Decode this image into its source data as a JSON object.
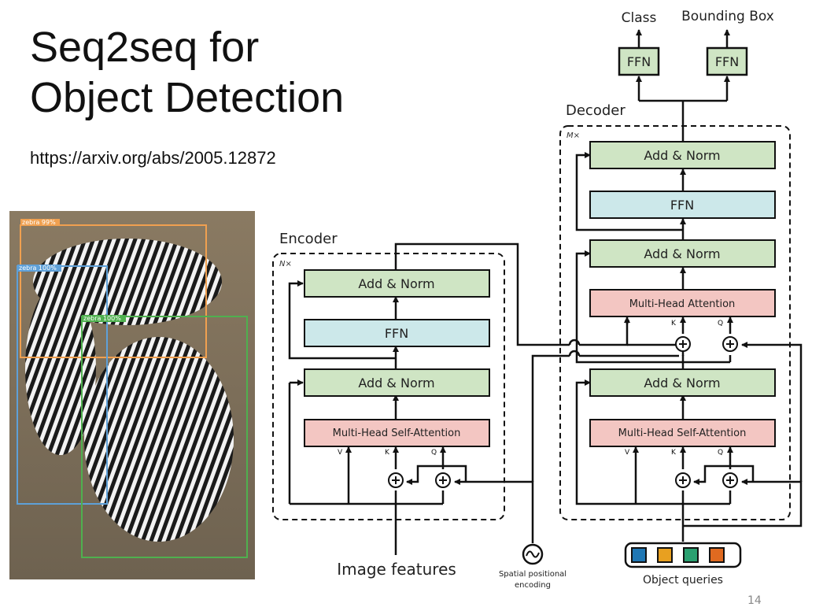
{
  "slide": {
    "title_line1": "Seq2seq for",
    "title_line2": "Object Detection",
    "url": "https://arxiv.org/abs/2005.12872",
    "page_number": "14"
  },
  "photo": {
    "boxes": [
      {
        "label": "zebra 99%",
        "color": "#f0a050"
      },
      {
        "label": "zebra 100%",
        "color": "#5ea0d8"
      },
      {
        "label": "zebra 100%",
        "color": "#4fb04f"
      }
    ]
  },
  "diagram": {
    "encoder": {
      "title": "Encoder",
      "repeat": "N×",
      "add_norm_top": "Add & Norm",
      "ffn": "FFN",
      "add_norm_bottom": "Add & Norm",
      "attention": "Multi-Head Self-Attention",
      "v": "V",
      "k": "K",
      "q": "Q",
      "input": "Image features"
    },
    "decoder": {
      "title": "Decoder",
      "repeat": "M×",
      "add_norm_1": "Add & Norm",
      "ffn": "FFN",
      "add_norm_2": "Add & Norm",
      "cross_attention": "Multi-Head Attention",
      "add_norm_3": "Add & Norm",
      "self_attention": "Multi-Head Self-Attention",
      "v": "V",
      "k": "K",
      "q": "Q"
    },
    "heads": {
      "class_label": "Class",
      "bbox_label": "Bounding Box",
      "ffn_left": "FFN",
      "ffn_right": "FFN"
    },
    "positional": {
      "line1": "Spatial positional",
      "line2": "encoding"
    },
    "queries": {
      "label": "Object queries",
      "colors": [
        "#1f77b4",
        "#e8a020",
        "#2aa070",
        "#e06a20"
      ]
    },
    "colors": {
      "green": "#cfe5c4",
      "blue": "#cce8ea",
      "red": "#f3c6c2"
    }
  }
}
